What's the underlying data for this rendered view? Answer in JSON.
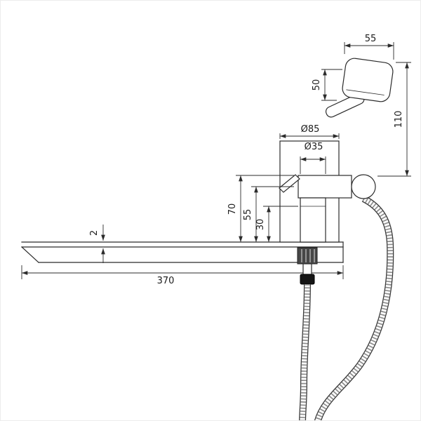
{
  "page": {
    "background_color": "#ffffff",
    "line_color": "#2b2b2b"
  },
  "labels": {
    "sprayer_head_width": "55",
    "sprayer_head_height": "50",
    "sprayer_overall_height": "110",
    "plate_diameter": "Ø85",
    "cartridge_diameter": "Ø35",
    "spout_top_height": "70",
    "spout_center_height": "55",
    "valve_body_height": "30",
    "shelf_plate_thickness": "2",
    "shelf_length": "370"
  }
}
